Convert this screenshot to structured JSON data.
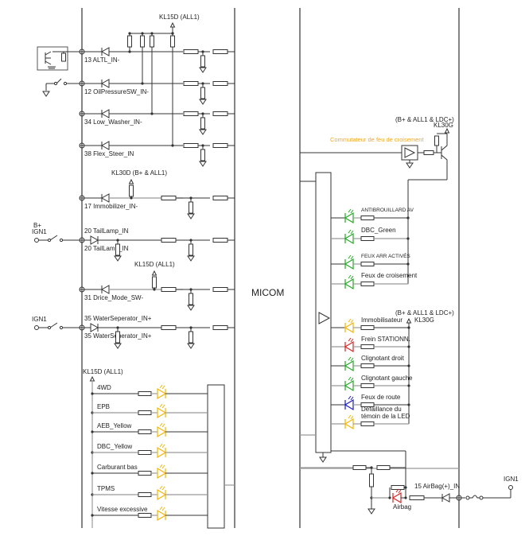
{
  "title": "MICOM",
  "colors": {
    "wire": "#333333",
    "wire_gray": "#999999",
    "led_yellow": "#f5b400",
    "led_green": "#22aa22",
    "led_red": "#e02020",
    "led_blue": "#1a1acc",
    "label_orange": "#f5a623"
  },
  "left_inputs": {
    "top_supply": "KL15D (ALL1)",
    "rows": [
      {
        "label": "13 ALTL_IN-",
        "source": "transistor-sensor"
      },
      {
        "label": "12 OilPressureSW_IN-",
        "source": "ground-switch"
      },
      {
        "label": "34 Low_Washer_IN-",
        "source": ""
      },
      {
        "label": "38 Flex_Steer_IN",
        "source": ""
      },
      {
        "label": "17 Immobilizer_IN-",
        "source": "",
        "supply": "KL30D (B+ & ALL1)"
      },
      {
        "label": "20 TailLamp_IN",
        "source": "switch",
        "source_label_1": "B+",
        "source_label_2": "IGN1"
      },
      {
        "label": "31 Drice_Mode_SW-",
        "source": "",
        "supply": "KL15D (ALL1)"
      },
      {
        "label": "35 WaterSeperator_IN+",
        "source": "switch",
        "source_label_1": "IGN1"
      }
    ]
  },
  "left_leds": {
    "supply": "KL15D (ALL1)",
    "items": [
      {
        "label": "4WD",
        "color": "yellow"
      },
      {
        "label": "EPB",
        "color": "yellow"
      },
      {
        "label": "AEB_Yellow",
        "color": "yellow"
      },
      {
        "label": "DBC_Yellow",
        "color": "yellow"
      },
      {
        "label": "Carburant bas",
        "color": "yellow"
      },
      {
        "label": "TPMS",
        "color": "yellow"
      },
      {
        "label": "Vitesse excessive",
        "color": "yellow"
      }
    ]
  },
  "right_block": {
    "driver_supply_1": "(B+ & ALL1 & LDC+)",
    "driver_supply_2": "KL30G",
    "driver_label": "Commutateur de feu de croisement",
    "group1": [
      {
        "label": "ANTIBROUILLARD AV",
        "color": "green"
      },
      {
        "label": "DBC_Green",
        "color": "green"
      },
      {
        "label": "FEUX ARR ACTIVÉS",
        "color": "green"
      },
      {
        "label": "Feux de croisement",
        "color": "green"
      }
    ],
    "group2_supply_1": "(B+ & ALL1 & LDC+)",
    "group2_supply_2": "KL30G",
    "group2": [
      {
        "label": "Immobilisateur",
        "color": "yellow"
      },
      {
        "label": "Frein STATIONN.",
        "color": "red"
      },
      {
        "label": "Clignotant droit",
        "color": "green"
      },
      {
        "label": "Clignotant gauche",
        "color": "green"
      },
      {
        "label": "Feux de route",
        "color": "blue"
      },
      {
        "label": "Défaillance du",
        "label2": "témoin de la LED",
        "color": "yellow"
      }
    ],
    "airbag": {
      "input_label": "15 AirBag(+)_IN",
      "led_label": "Airbag",
      "supply": "IGN1"
    }
  }
}
